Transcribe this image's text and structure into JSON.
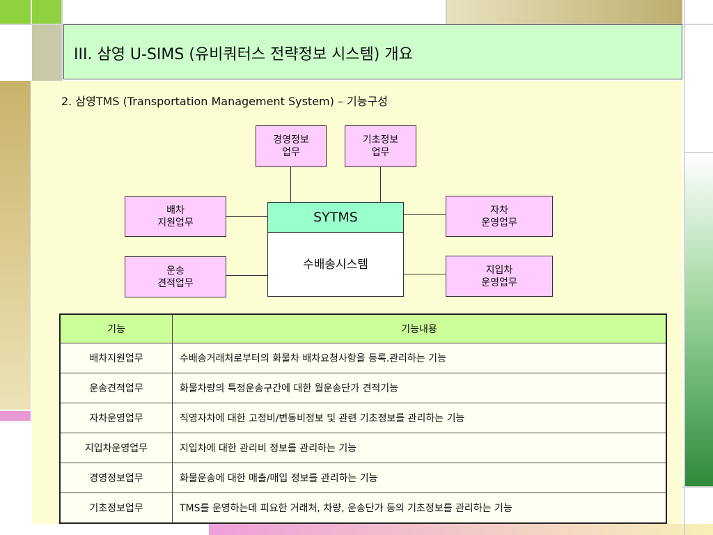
{
  "title": "III. 삼영 U-SIMS (유비쿼터스 전략정보 시스템) 개요",
  "subtitle": "2. 삼영TMS (Transportation Management System) – 기능구성",
  "diagram": {
    "center_header": "SYTMS",
    "center_body": "수배송시스템",
    "boxes": {
      "mgmt_info": [
        "경영정보",
        "업무"
      ],
      "base_info": [
        "기초정보",
        "업무"
      ],
      "dispatch": [
        "배차",
        "지원업무"
      ],
      "transport_quote": [
        "운송",
        "견적업무"
      ],
      "own_vehicle": [
        "자차",
        "운영업무"
      ],
      "leased_vehicle": [
        "지입차",
        "운영업무"
      ]
    }
  },
  "table": {
    "headers": [
      "기능",
      "기능내용"
    ],
    "rows": [
      [
        "배차지원업무",
        "수배송거래처로부터의 화물차 배차요청사항을 등록.관리하는 기능"
      ],
      [
        "운송견적업무",
        "화물차량의 특정운송구간에 대한 월운송단가 견적기능"
      ],
      [
        "자차운영업무",
        "직영자차에 대한 고정비/변동비정보 및 관련 기초정보를 관리하는 기능"
      ],
      [
        "지입차운영업무",
        "지입차에 대한 관리비 정보를 관리하는 기능"
      ],
      [
        "경영정보업무",
        "화물운송에 대한 매출/매입 정보를 관리하는 기능"
      ],
      [
        "기초정보업무",
        "TMS를 운영하는데 피요한 거래처, 차량, 운송단가 등의 기초정보를 관리하는 기능"
      ]
    ]
  },
  "colors": {
    "title_bg": "#ccffcc",
    "slide_bg": "#fdfdd4",
    "box_pink": "#ffccff",
    "center_header": "#99ffcc",
    "table_header": "#ccff99"
  }
}
